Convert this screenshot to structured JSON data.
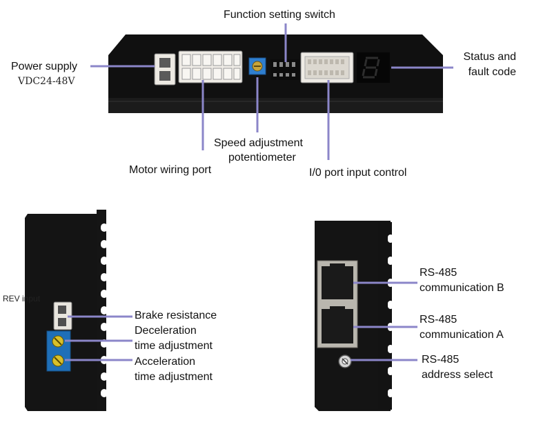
{
  "top_view": {
    "labels": {
      "function_switch": "Function setting switch",
      "power_supply": "Power supply",
      "voltage": "VDC24-48V",
      "status_line1": "Status and",
      "status_line2": "fault code",
      "speed_line1": "Speed adjustment",
      "speed_line2": "potentiometer",
      "motor_port": "Motor wiring port",
      "io_port": "I/0 port input control"
    }
  },
  "left_view": {
    "labels": {
      "rev_input": "REV input",
      "brake": "Brake resistance",
      "decel_line1": "Deceleration",
      "decel_line2": "time adjustment",
      "accel_line1": "Acceleration",
      "accel_line2": "time adjustment"
    }
  },
  "right_view": {
    "labels": {
      "rs485_b_line1": "RS-485",
      "rs485_b_line2": "communication B",
      "rs485_a_line1": "RS-485",
      "rs485_a_line2": "communication A",
      "addr_line1": "RS-485",
      "addr_line2": "address select"
    }
  },
  "colors": {
    "leader_line": "#8b86c9",
    "housing": "#141414",
    "potentiometer": "#2f7fd0",
    "terminal_block": "#1f6fb8",
    "screw": "#d9c02a"
  }
}
